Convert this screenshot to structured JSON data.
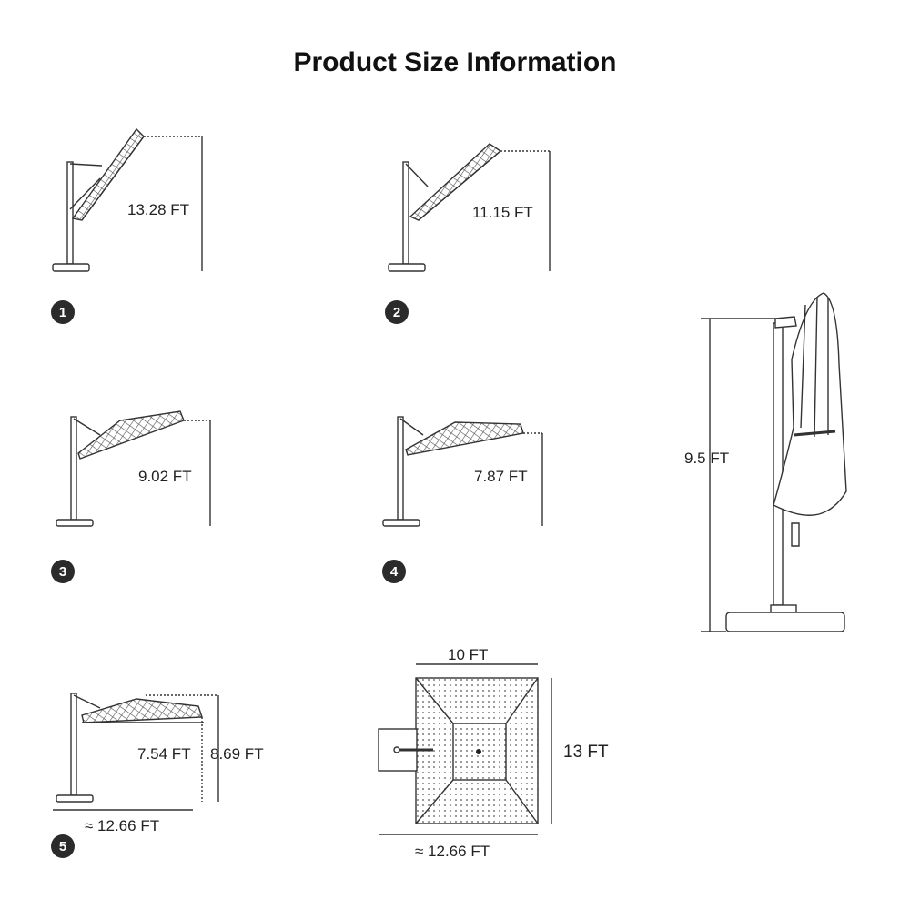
{
  "title": "Product Size Information",
  "colors": {
    "ink": "#2b2b2b",
    "badge": "#2b2b2b",
    "background": "#ffffff"
  },
  "positions": [
    {
      "number": "1",
      "height": "13.28 FT"
    },
    {
      "number": "2",
      "height": "11.15 FT"
    },
    {
      "number": "3",
      "height": "9.02 FT"
    },
    {
      "number": "4",
      "height": "7.87 FT"
    },
    {
      "number": "5",
      "height": "7.54 FT",
      "top_height": "8.69 FT",
      "span": "≈ 12.66 FT"
    }
  ],
  "closed": {
    "height": "9.5 FT"
  },
  "top_view": {
    "width": "10 FT",
    "length": "13 FT",
    "span": "≈ 12.66 FT"
  }
}
